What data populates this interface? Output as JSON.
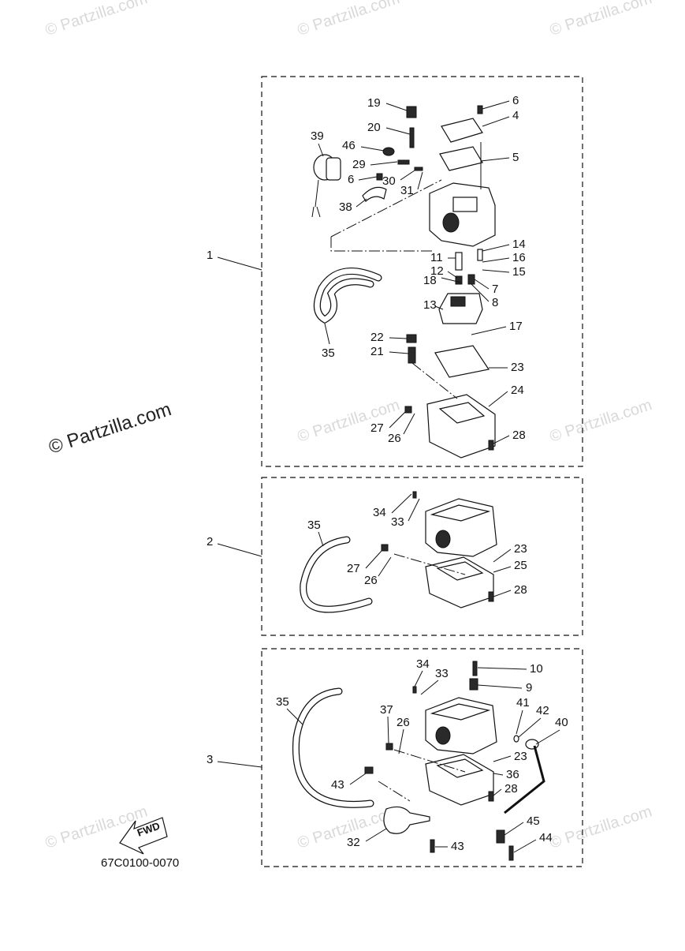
{
  "watermark": "© Partzilla.com",
  "watermark_large": "© Partzilla.com",
  "diagram_code": "67C0100-0070",
  "fwd_label": "FWD",
  "groups": [
    {
      "label": "1"
    },
    {
      "label": "2"
    },
    {
      "label": "3"
    }
  ],
  "callouts": {
    "g1": [
      "19",
      "6",
      "4",
      "20",
      "39",
      "46",
      "5",
      "29",
      "6",
      "30",
      "31",
      "38",
      "1",
      "14",
      "11",
      "16",
      "12",
      "15",
      "18",
      "7",
      "8",
      "13",
      "35",
      "17",
      "22",
      "21",
      "23",
      "24",
      "27",
      "26",
      "28"
    ],
    "g2": [
      "35",
      "34",
      "33",
      "2",
      "23",
      "27",
      "25",
      "26",
      "28"
    ],
    "g3": [
      "34",
      "10",
      "33",
      "9",
      "35",
      "41",
      "37",
      "26",
      "42",
      "40",
      "23",
      "3",
      "36",
      "43",
      "28",
      "45",
      "32",
      "43",
      "44"
    ]
  }
}
